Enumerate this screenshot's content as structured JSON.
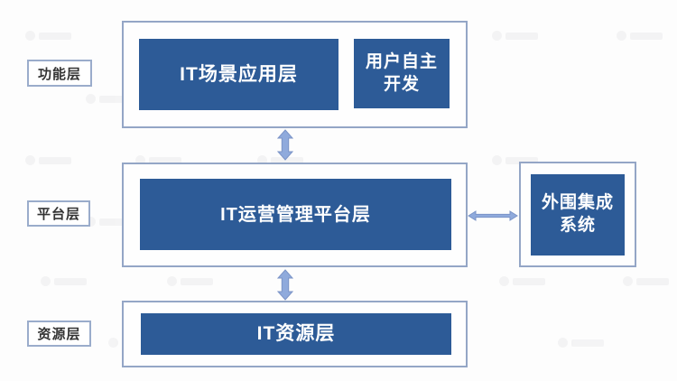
{
  "diagram": {
    "layer_labels": [
      {
        "id": "function",
        "text": "功能层"
      },
      {
        "id": "platform",
        "text": "平台层"
      },
      {
        "id": "resource",
        "text": "资源层"
      }
    ],
    "nodes": {
      "scenario_app": "IT场景应用层",
      "user_dev": "用户自主\n开发",
      "platform_mgmt": "IT运营管理平台层",
      "peripheral_systems": "外围集成\n系统",
      "it_resource": "IT资源层"
    },
    "colors": {
      "node_fill": "#2d5b97",
      "node_text": "#ffffff",
      "container_border": "#94a6c6",
      "label_border": "#9aaccb",
      "label_text": "#333333",
      "arrow_fill": "#8faadc",
      "arrow_stroke": "#7b94c7",
      "background": "#fdfdfd"
    }
  }
}
